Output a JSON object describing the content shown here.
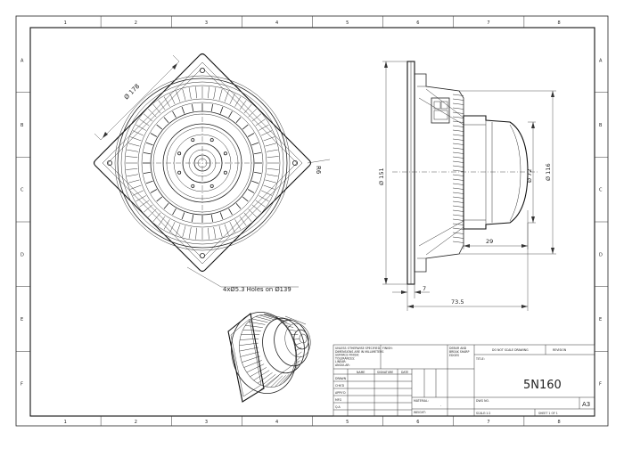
{
  "border": {
    "cols": [
      "1",
      "2",
      "3",
      "4",
      "5",
      "6",
      "7",
      "8"
    ],
    "rows": [
      "A",
      "B",
      "C",
      "D",
      "E",
      "F"
    ]
  },
  "dimensions": {
    "diag_diameter": "Ø 178",
    "corner_radius": "R6",
    "holes_note": "4xØ5.3 Holes on Ø139",
    "body_diameter": "Ø 151",
    "magnet_diameter": "Ø 72",
    "cone_diameter": "Ø 116",
    "depth_29": "29",
    "flange_7": "7",
    "total_depth": "73.5"
  },
  "title_block": {
    "general_notes": [
      "UNLESS OTHERWISE SPECIFIED:",
      "DIMENSIONS ARE IN MILLIMETERS",
      "SURFACE FINISH:",
      "TOLERANCES:",
      "LINEAR:",
      "ANGULAR:"
    ],
    "finish_label": "FINISH:",
    "deburr_notes": [
      "DEBUR AND",
      "BREAK SHARP",
      "EDGES"
    ],
    "do_not_scale": "DO NOT SCALE DRAWING",
    "revision_label": "REVISION",
    "col_name": "NAME",
    "col_signature": "SIGNATURE",
    "col_date": "DATE",
    "rows": [
      "DRAWN",
      "CHK'D",
      "APPV'D",
      "MFG",
      "Q.A"
    ],
    "material_label": "MATERIAL:",
    "material_dash": "-",
    "weight_label": "WEIGHT:",
    "title_label": "TITLE:",
    "title_value": "5N160",
    "dwg_no_label": "DWG NO.",
    "sheet_size": "A3",
    "scale_label": "SCALE:1:2",
    "sheet_label": "SHEET 1 OF 1"
  }
}
